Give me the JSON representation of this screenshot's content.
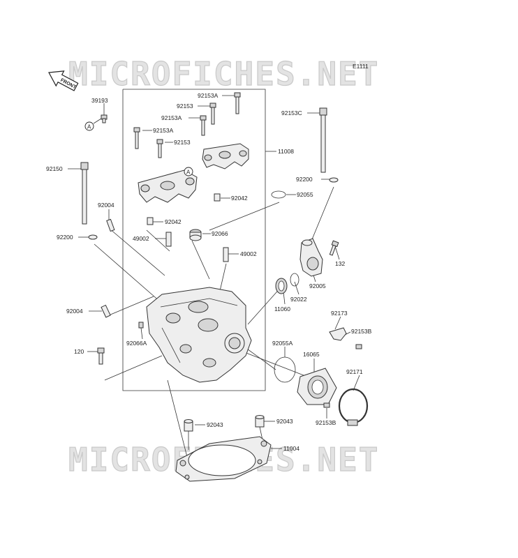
{
  "diagram_code": "E1111",
  "watermark": "MICROFICHES.NET",
  "front_label": "FRONT",
  "ref_mark": "A",
  "parts": [
    {
      "id": "39193",
      "label": "39193"
    },
    {
      "id": "92153A-1",
      "label": "92153A"
    },
    {
      "id": "92153-1",
      "label": "92153"
    },
    {
      "id": "92153A-2",
      "label": "92153A"
    },
    {
      "id": "92153A-3",
      "label": "92153A"
    },
    {
      "id": "92153-2",
      "label": "92153"
    },
    {
      "id": "92153C",
      "label": "92153C"
    },
    {
      "id": "11008",
      "label": "11008"
    },
    {
      "id": "92150",
      "label": "92150"
    },
    {
      "id": "92200-1",
      "label": "92200"
    },
    {
      "id": "92042-1",
      "label": "92042"
    },
    {
      "id": "92055",
      "label": "92055"
    },
    {
      "id": "92004-1",
      "label": "92004"
    },
    {
      "id": "92042-2",
      "label": "92042"
    },
    {
      "id": "92066",
      "label": "92066"
    },
    {
      "id": "92200-2",
      "label": "92200"
    },
    {
      "id": "49002-1",
      "label": "49002"
    },
    {
      "id": "49002-2",
      "label": "49002"
    },
    {
      "id": "132",
      "label": "132"
    },
    {
      "id": "92005",
      "label": "92005"
    },
    {
      "id": "92022",
      "label": "92022"
    },
    {
      "id": "11060",
      "label": "11060"
    },
    {
      "id": "92004-2",
      "label": "92004"
    },
    {
      "id": "92173",
      "label": "92173"
    },
    {
      "id": "92153B-1",
      "label": "92153B"
    },
    {
      "id": "92066A",
      "label": "92066A"
    },
    {
      "id": "92055A",
      "label": "92055A"
    },
    {
      "id": "16065",
      "label": "16065"
    },
    {
      "id": "120",
      "label": "120"
    },
    {
      "id": "92171",
      "label": "92171"
    },
    {
      "id": "92153B-2",
      "label": "92153B"
    },
    {
      "id": "92043-1",
      "label": "92043"
    },
    {
      "id": "92043-2",
      "label": "92043"
    },
    {
      "id": "11004",
      "label": "11004"
    }
  ]
}
